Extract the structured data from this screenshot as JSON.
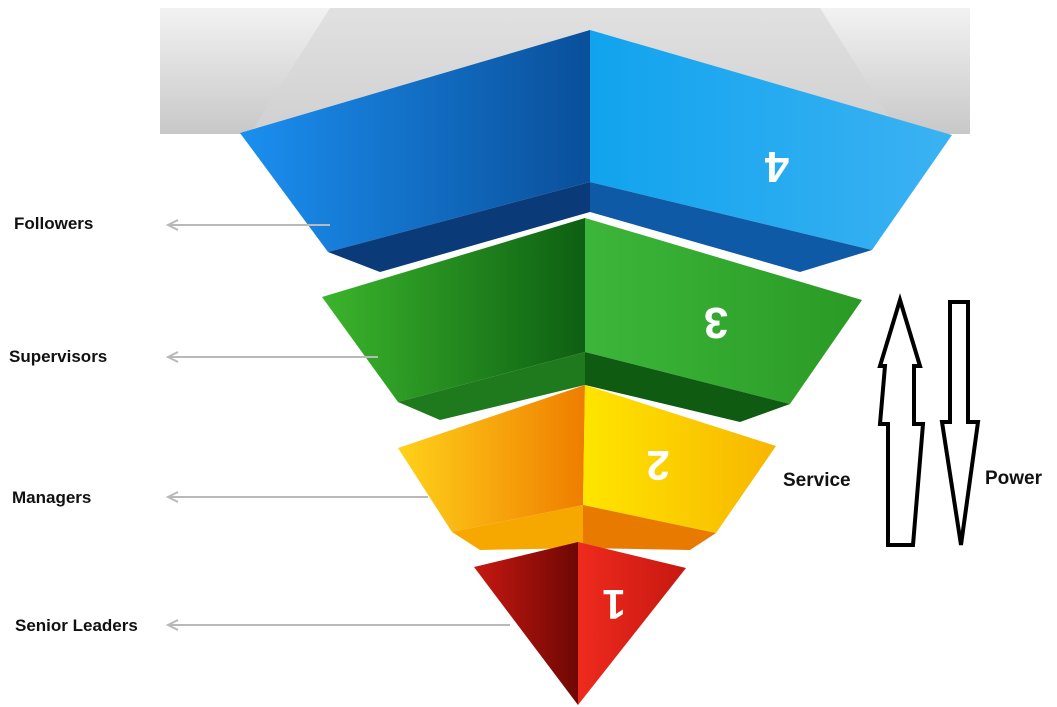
{
  "labels": [
    {
      "id": "followers",
      "text": "Followers"
    },
    {
      "id": "supervisors",
      "text": "Supervisors"
    },
    {
      "id": "managers",
      "text": "Managers"
    },
    {
      "id": "senior-leaders",
      "text": "Senior Leaders"
    }
  ],
  "tiers": [
    {
      "id": "tier-4",
      "number": "4",
      "color": "#1a8fe6"
    },
    {
      "id": "tier-3",
      "number": "3",
      "color": "#2fae2a"
    },
    {
      "id": "tier-2",
      "number": "2",
      "color": "#f6c400"
    },
    {
      "id": "tier-1",
      "number": "1",
      "color": "#d81b14"
    }
  ],
  "arrows": {
    "up_label": "Service",
    "down_label": "Power"
  }
}
